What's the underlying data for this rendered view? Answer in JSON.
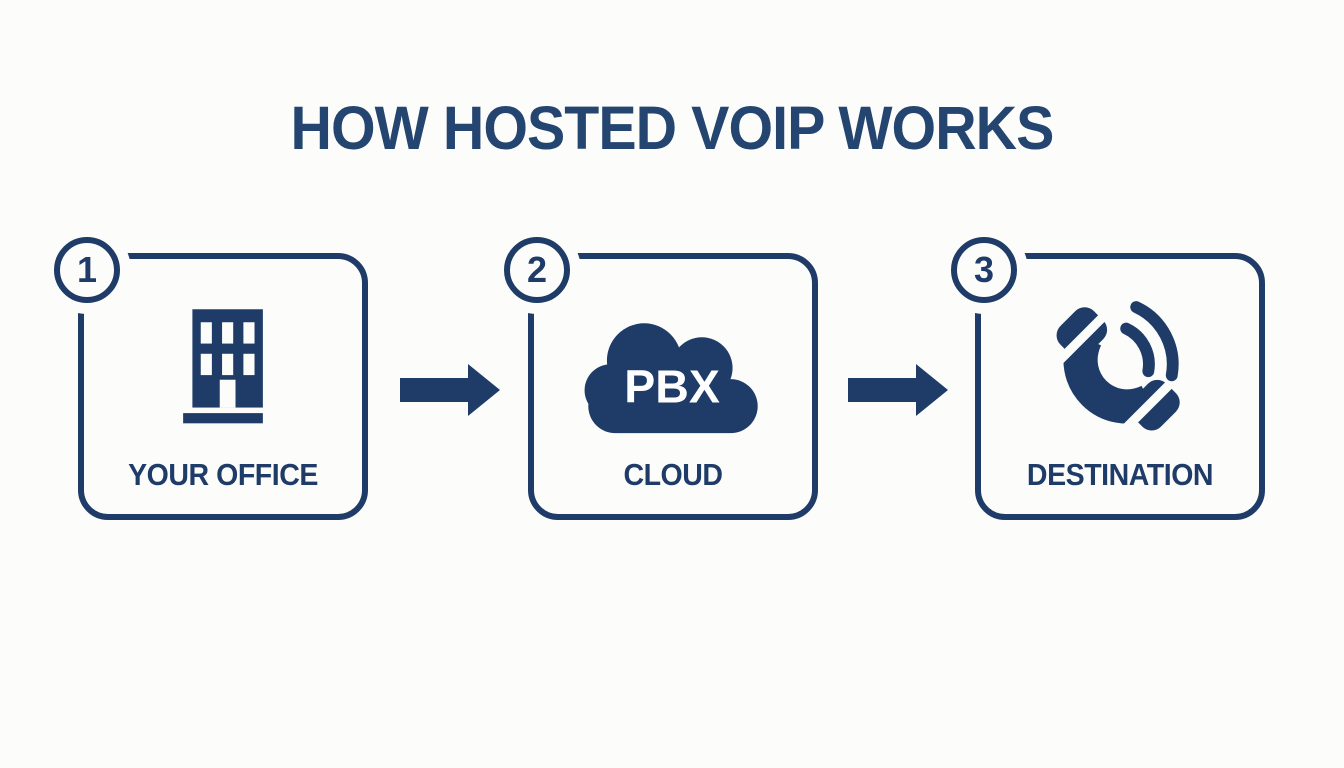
{
  "title": {
    "text": "HOW HOSTED VOIP WORKS"
  },
  "colors": {
    "navy": "#1e3c67",
    "title_navy": "#244570",
    "background": "#fcfcfb",
    "cloud_text_white": "#ffffff"
  },
  "steps": [
    {
      "number": "1",
      "label": "YOUR OFFICE",
      "icon": "office-building-icon"
    },
    {
      "number": "2",
      "label": "CLOUD",
      "icon": "cloud-pbx-icon",
      "icon_text": "PBX"
    },
    {
      "number": "3",
      "label": "DESTINATION",
      "icon": "phone-handset-icon"
    }
  ],
  "connectors": [
    {
      "type": "arrow-right"
    },
    {
      "type": "arrow-right"
    }
  ]
}
